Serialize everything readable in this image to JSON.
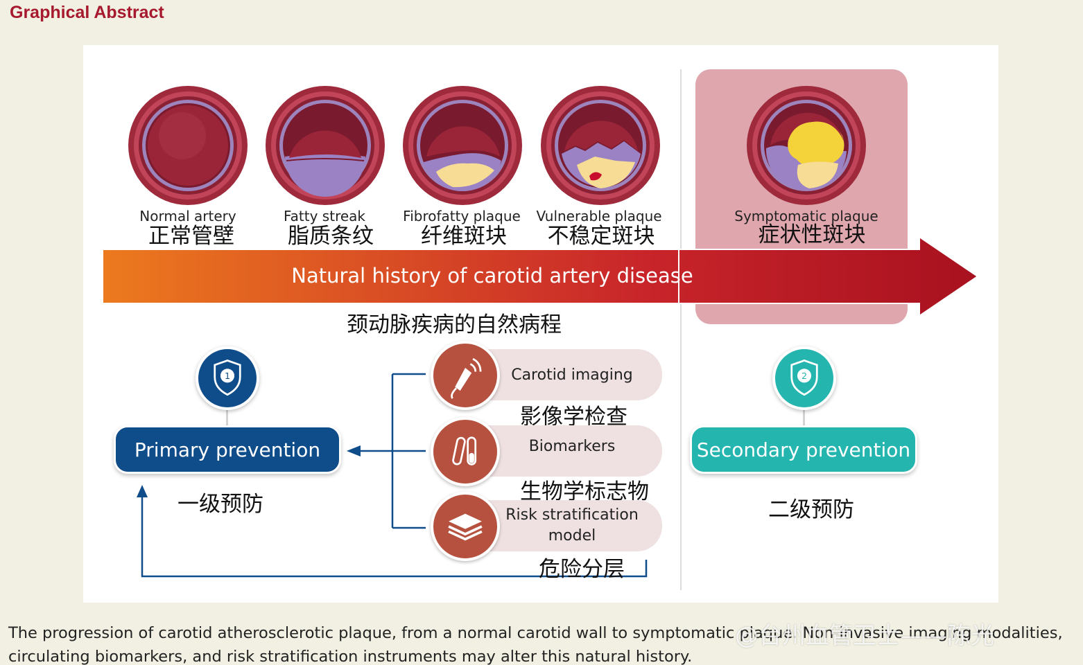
{
  "header": {
    "title": "Graphical Abstract"
  },
  "stages": [
    {
      "en": "Normal artery",
      "zh": "正常管壁"
    },
    {
      "en": "Fatty streak",
      "zh": "脂质条纹"
    },
    {
      "en": "Fibrofatty plaque",
      "zh": "纤维斑块"
    },
    {
      "en": "Vulnerable plaque",
      "zh": "不稳定斑块"
    },
    {
      "en": "Symptomatic plaque",
      "zh": "症状性斑块"
    }
  ],
  "arrow": {
    "label": "Natural history of carotid artery disease",
    "label_zh": "颈动脉疾病的自然病程"
  },
  "primary": {
    "badge": "1",
    "label": "Primary prevention",
    "label_zh": "一级预防"
  },
  "secondary": {
    "badge": "2",
    "label": "Secondary prevention",
    "label_zh": "二级预防"
  },
  "tools": [
    {
      "icon": "ultrasound-probe-icon",
      "label": "Carotid imaging",
      "label_zh": "影像学检查"
    },
    {
      "icon": "test-tubes-icon",
      "label": "Biomarkers",
      "label_zh": "生物学标志物"
    },
    {
      "icon": "layers-icon",
      "label": "Risk stratification model",
      "label_zh": "危险分层"
    }
  ],
  "caption": "The progression of carotid atherosclerotic plaque, from a normal carotid wall to symptomatic plaque. Non-invasive imaging modalities, circulating biomarkers, and risk stratification instruments may alter this natural history.",
  "watermark": "@台州血管卫士——陈光",
  "colors": {
    "title": "#a6192e",
    "primary": "#0f4c8a",
    "secondary": "#23b5ae",
    "tool_icon": "#b5513e",
    "arrow_start": "#ec7a1e",
    "arrow_end": "#a8111f",
    "symptomatic_box": "#dfa6ad"
  }
}
